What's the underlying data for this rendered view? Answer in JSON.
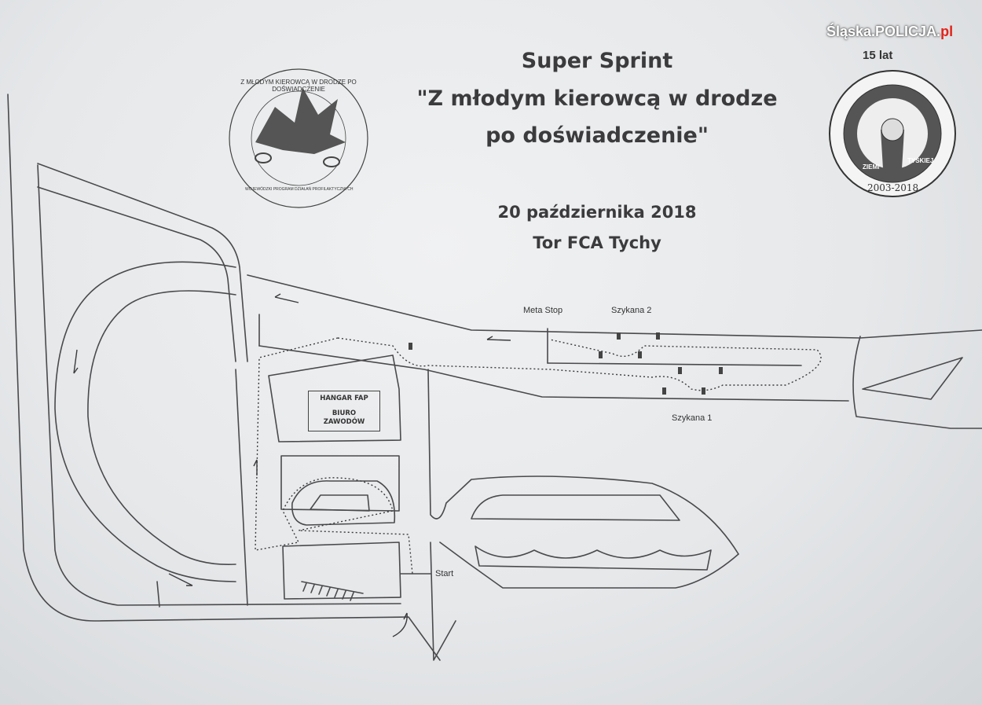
{
  "header": {
    "title_line1": "Super Sprint",
    "title_line2": "\"Z młodym kierowcą w drodze",
    "title_line3": "po doświadczenie\"",
    "date": "20 października 2018",
    "venue": "Tor FCA Tychy"
  },
  "watermark": {
    "prefix": "Śląska.POLICJA.",
    "suffix": "pl"
  },
  "logo_left": {
    "ring_text": "Z MŁODYM KIEROWCĄ W DRODZE PO DOŚWIADCZENIE",
    "bottom_text": "WOJEWÓDZKI PROGRAM DZIAŁAŃ PROFILAKTYCZNYCH"
  },
  "logo_right": {
    "top_text": "15 lat",
    "band_left": "ZIEMI",
    "band_right": "TYSKIEJ",
    "years": "2003-2018"
  },
  "map_labels": {
    "meta_stop": "Meta Stop",
    "szykana_2": "Szykana 2",
    "szykana_1": "Szykana 1",
    "start": "Start",
    "hangar": "HANGAR FAP",
    "biuro": "BIURO",
    "zawodow": "ZAWODÓW"
  },
  "colors": {
    "ink": "#3b3b3e",
    "paper": "#eceef0",
    "watermark_red": "#e2231a"
  }
}
